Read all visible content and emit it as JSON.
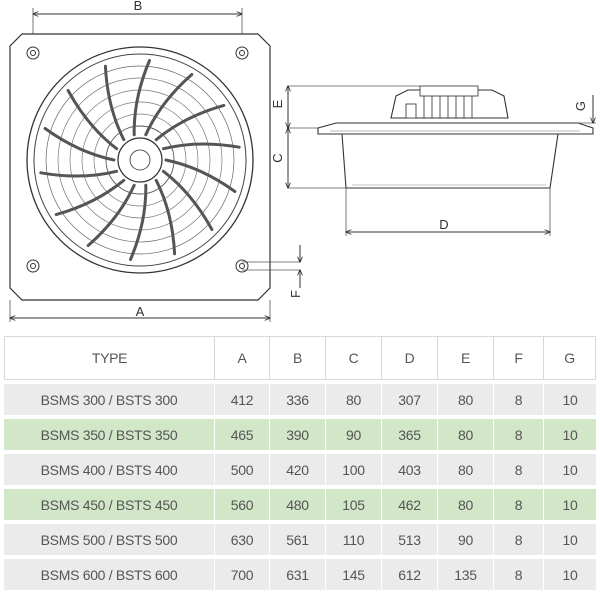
{
  "drawing": {
    "front_labels": {
      "width_top": "B",
      "width_bottom": "A",
      "flange": "F"
    },
    "side_labels": {
      "depth_e": "E",
      "depth_c": "C",
      "diameter": "D",
      "thickness": "G"
    }
  },
  "table": {
    "headers": [
      "TYPE",
      "A",
      "B",
      "C",
      "D",
      "E",
      "F",
      "G"
    ],
    "rows": [
      {
        "type": "BSMS 300 / BSTS 300",
        "a": "412",
        "b": "336",
        "c": "80",
        "d": "307",
        "e": "80",
        "f": "8",
        "g": "10",
        "shade": "plain"
      },
      {
        "type": "BSMS 350 / BSTS 350",
        "a": "465",
        "b": "390",
        "c": "90",
        "d": "365",
        "e": "80",
        "f": "8",
        "g": "10",
        "shade": "green"
      },
      {
        "type": "BSMS 400 / BSTS 400",
        "a": "500",
        "b": "420",
        "c": "100",
        "d": "403",
        "e": "80",
        "f": "8",
        "g": "10",
        "shade": "plain"
      },
      {
        "type": "BSMS 450 / BSTS 450",
        "a": "560",
        "b": "480",
        "c": "105",
        "d": "462",
        "e": "80",
        "f": "8",
        "g": "10",
        "shade": "green"
      },
      {
        "type": "BSMS 500 / BSTS 500",
        "a": "630",
        "b": "561",
        "c": "110",
        "d": "513",
        "e": "90",
        "f": "8",
        "g": "10",
        "shade": "plain"
      },
      {
        "type": "BSMS 600 / BSTS 600",
        "a": "700",
        "b": "631",
        "c": "145",
        "d": "612",
        "e": "135",
        "f": "8",
        "g": "10",
        "shade": "plain"
      }
    ],
    "colors": {
      "plain": "#ebebeb",
      "green": "#d2e6c8"
    }
  }
}
